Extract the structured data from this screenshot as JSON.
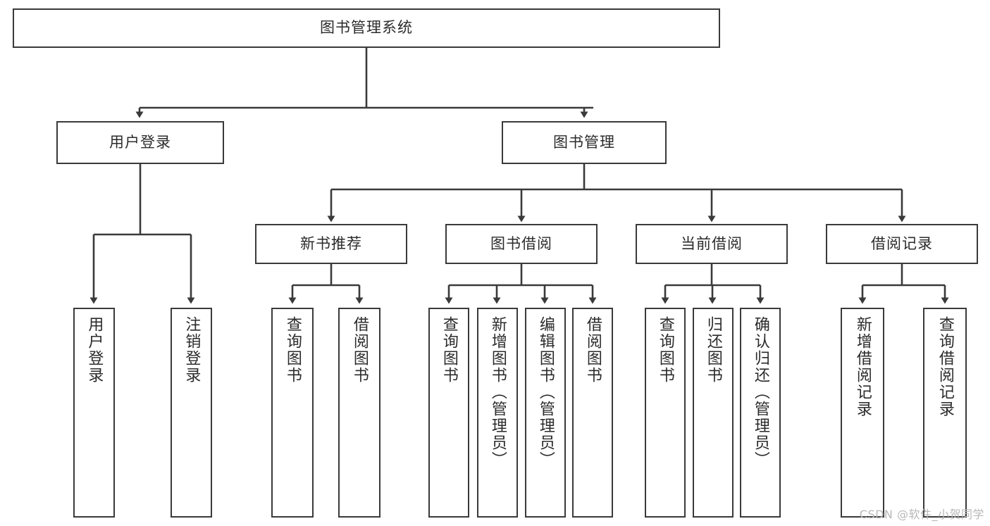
{
  "diagram": {
    "title": "图书管理系统",
    "colors": {
      "box_border": "#3a3a3a",
      "box_fill": "#ffffff",
      "edge": "#3a3a3a",
      "text": "#2b2b2b",
      "watermark": "#b8b8b8"
    },
    "root": {
      "label": "图书管理系统"
    },
    "level2": [
      {
        "label": "用户登录"
      },
      {
        "label": "图书管理"
      }
    ],
    "level3": [
      {
        "label": "新书推荐"
      },
      {
        "label": "图书借阅"
      },
      {
        "label": "当前借阅"
      },
      {
        "label": "借阅记录"
      }
    ],
    "leaves": {
      "user_login": [
        {
          "label": "用户登录"
        },
        {
          "label": "注销登录"
        }
      ],
      "new_book_recommend": [
        {
          "label": "查询图书"
        },
        {
          "label": "借阅图书"
        }
      ],
      "book_borrow": [
        {
          "label": "查询图书"
        },
        {
          "label": "新增图书（管理员）"
        },
        {
          "label": "编辑图书（管理员）"
        },
        {
          "label": "借阅图书"
        }
      ],
      "current_borrow": [
        {
          "label": "查询图书"
        },
        {
          "label": "归还图书"
        },
        {
          "label": "确认归还（管理员）"
        }
      ],
      "borrow_record": [
        {
          "label": "新增借阅记录"
        },
        {
          "label": "查询借阅记录"
        }
      ]
    },
    "watermark": "CSDN @软件_小贺同学"
  }
}
